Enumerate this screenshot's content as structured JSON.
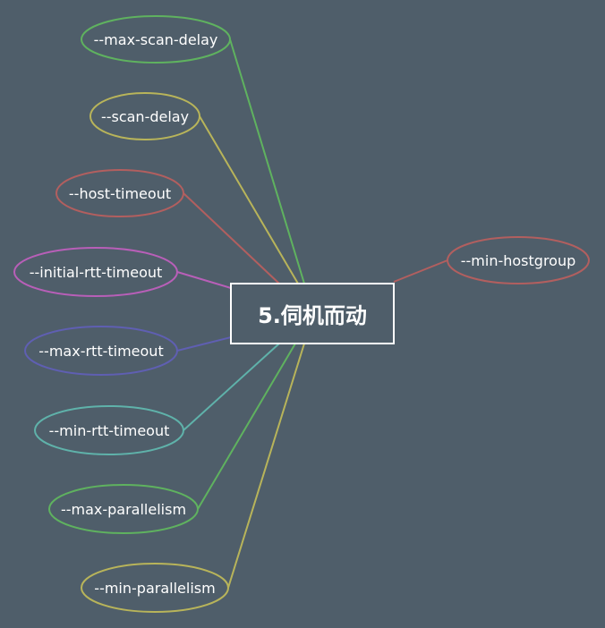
{
  "diagram": {
    "center": {
      "label": "5.伺机而动",
      "border_color": "#ffffff"
    },
    "nodes": [
      {
        "id": "max-scan-delay",
        "label": "--max-scan-delay",
        "color": "#5fb25f"
      },
      {
        "id": "scan-delay",
        "label": "--scan-delay",
        "color": "#b8b45a"
      },
      {
        "id": "host-timeout",
        "label": "--host-timeout",
        "color": "#b25f5f"
      },
      {
        "id": "initial-rtt-timeout",
        "label": "--initial-rtt-timeout",
        "color": "#b85fb8"
      },
      {
        "id": "max-rtt-timeout",
        "label": "--max-rtt-timeout",
        "color": "#5f5fb2"
      },
      {
        "id": "min-rtt-timeout",
        "label": "--min-rtt-timeout",
        "color": "#5fb2aa"
      },
      {
        "id": "max-parallelism",
        "label": "--max-parallelism",
        "color": "#5fb25f"
      },
      {
        "id": "min-parallelism",
        "label": "--min-parallelism",
        "color": "#b8b45a"
      },
      {
        "id": "min-hostgroup",
        "label": "--min-hostgroup",
        "color": "#b25f5f"
      }
    ]
  }
}
